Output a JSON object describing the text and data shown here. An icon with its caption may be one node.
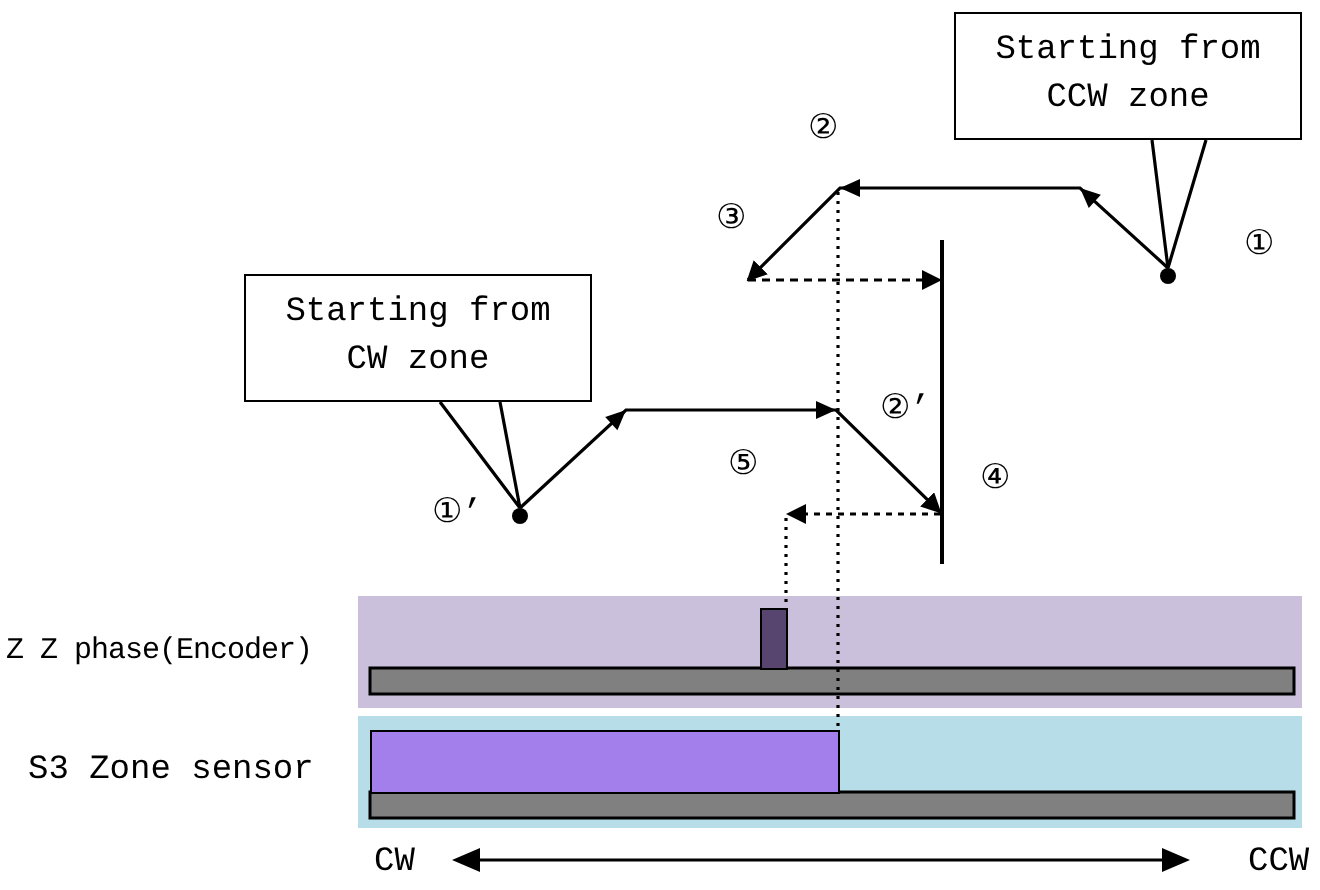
{
  "diagram": {
    "nodes": [
      {
        "text": [
          "Starting from CCW zone"
        ]
      },
      {
        "text": [],
        "shape": "circle"
      },
      {
        "text": [
          "Starting from CW zone"
        ]
      },
      {
        "text": [],
        "shape": "circle"
      },
      {
        "text": [],
        "shape": "bar"
      },
      {
        "text": [],
        "shape": "bar"
      },
      {
        "text": [],
        "shape": "bar"
      }
    ],
    "edges": [
      {
        "from": 0,
        "to": 1,
        "arrow": "none"
      },
      {
        "from": 1,
        "to": null,
        "arrow": "to"
      },
      {
        "from": null,
        "to": 4,
        "arrow": "to",
        "style": "dashed"
      },
      {
        "from": 2,
        "to": 3,
        "arrow": "none"
      },
      {
        "from": 3,
        "to": 4,
        "arrow": "to"
      },
      {
        "from": 4,
        "to": null,
        "arrow": "to",
        "style": "dashed"
      },
      {
        "from": null,
        "to": 5,
        "arrow": "none",
        "style": "dashed"
      },
      {
        "from": null,
        "to": 6,
        "arrow": "none",
        "style": "dashed"
      }
    ],
    "labels": [
      "②",
      "③",
      "①",
      "②’",
      "⑤",
      "④",
      "①’",
      "Z Z phase(Encoder)",
      "S3 Zone sensor",
      "CW",
      "CCW"
    ]
  }
}
